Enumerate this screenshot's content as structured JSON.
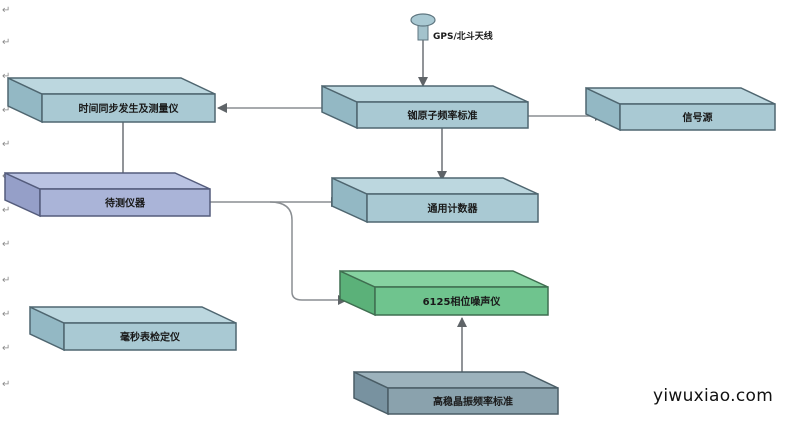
{
  "diagram": {
    "antenna": {
      "label": "GPS/北斗天线",
      "icon": "antenna-icon"
    },
    "boxes": [
      {
        "id": "time-sync",
        "label": "时间同步发生及测量仪",
        "color": "blue-gray"
      },
      {
        "id": "rubidium",
        "label": "铷原子频率标准",
        "color": "blue-gray"
      },
      {
        "id": "signal-source",
        "label": "信号源",
        "color": "blue-gray"
      },
      {
        "id": "dut",
        "label": "待测仪器",
        "color": "lavender"
      },
      {
        "id": "counter",
        "label": "通用计数器",
        "color": "blue-gray"
      },
      {
        "id": "phase-noise",
        "label": "6125相位噪声仪",
        "color": "green"
      },
      {
        "id": "ms-calibrator",
        "label": "毫秒表检定仪",
        "color": "blue-gray"
      },
      {
        "id": "crystal",
        "label": "高稳晶振频率标准",
        "color": "slate"
      }
    ],
    "connections": [
      {
        "from": "antenna",
        "to": "rubidium"
      },
      {
        "from": "rubidium",
        "to": "time-sync"
      },
      {
        "from": "rubidium",
        "to": "signal-source"
      },
      {
        "from": "rubidium",
        "to": "counter"
      },
      {
        "from": "time-sync",
        "to": "dut"
      },
      {
        "from": "dut",
        "to": "counter"
      },
      {
        "from": "dut",
        "to": "phase-noise"
      },
      {
        "from": "crystal",
        "to": "phase-noise"
      }
    ]
  },
  "colors": {
    "blue-gray": {
      "front": "#a9c9d3",
      "top": "#bcd7df",
      "side": "#93b8c4",
      "edge": "#4f6670"
    },
    "lavender": {
      "front": "#aab4d8",
      "top": "#bac3e2",
      "side": "#959fc8",
      "edge": "#545c7c"
    },
    "green": {
      "front": "#6fc48e",
      "top": "#86d2a1",
      "side": "#5bb179",
      "edge": "#3f6e50"
    },
    "slate": {
      "front": "#8aa2ad",
      "top": "#9cb2bc",
      "side": "#7892a0",
      "edge": "#4a5d66"
    },
    "arrow": "#5f6468"
  },
  "paragraph_mark": "↵",
  "watermark": "yiwuxiao.com"
}
